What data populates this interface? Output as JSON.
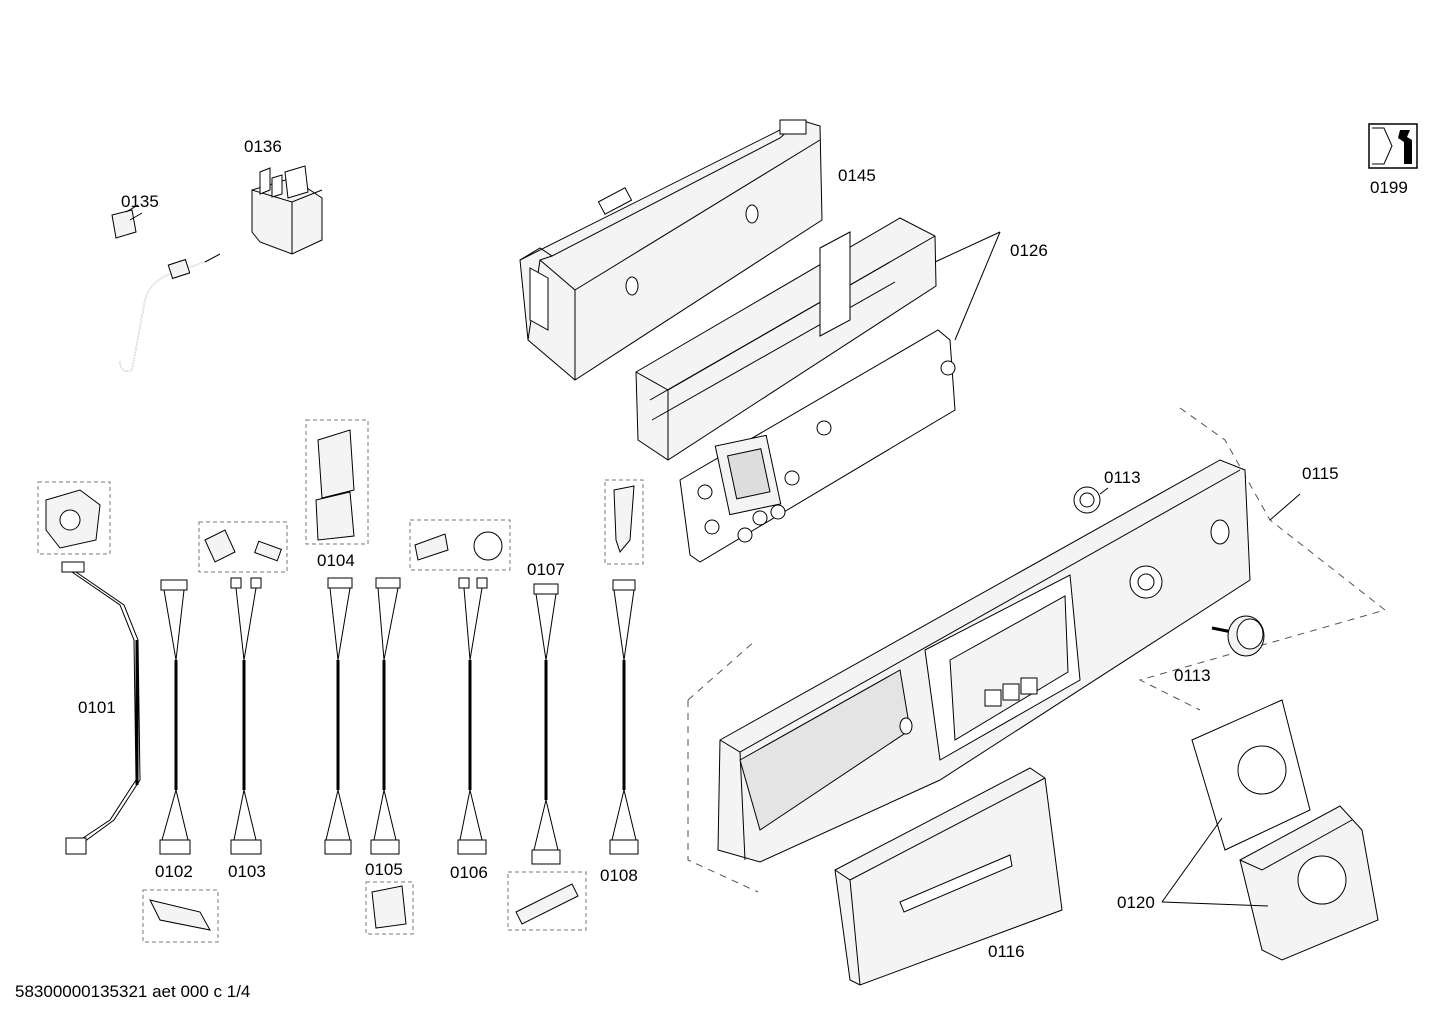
{
  "labels": {
    "p0101": "0101",
    "p0102": "0102",
    "p0103": "0103",
    "p0104": "0104",
    "p0105": "0105",
    "p0106": "0106",
    "p0107": "0107",
    "p0108": "0108",
    "p0113a": "0113",
    "p0113b": "0113",
    "p0115": "0115",
    "p0116": "0116",
    "p0120": "0120",
    "p0126": "0126",
    "p0135": "0135",
    "p0136": "0136",
    "p0145": "0145",
    "p0199": "0199"
  },
  "footer": "58300000135321 aet 000 c 1/4"
}
